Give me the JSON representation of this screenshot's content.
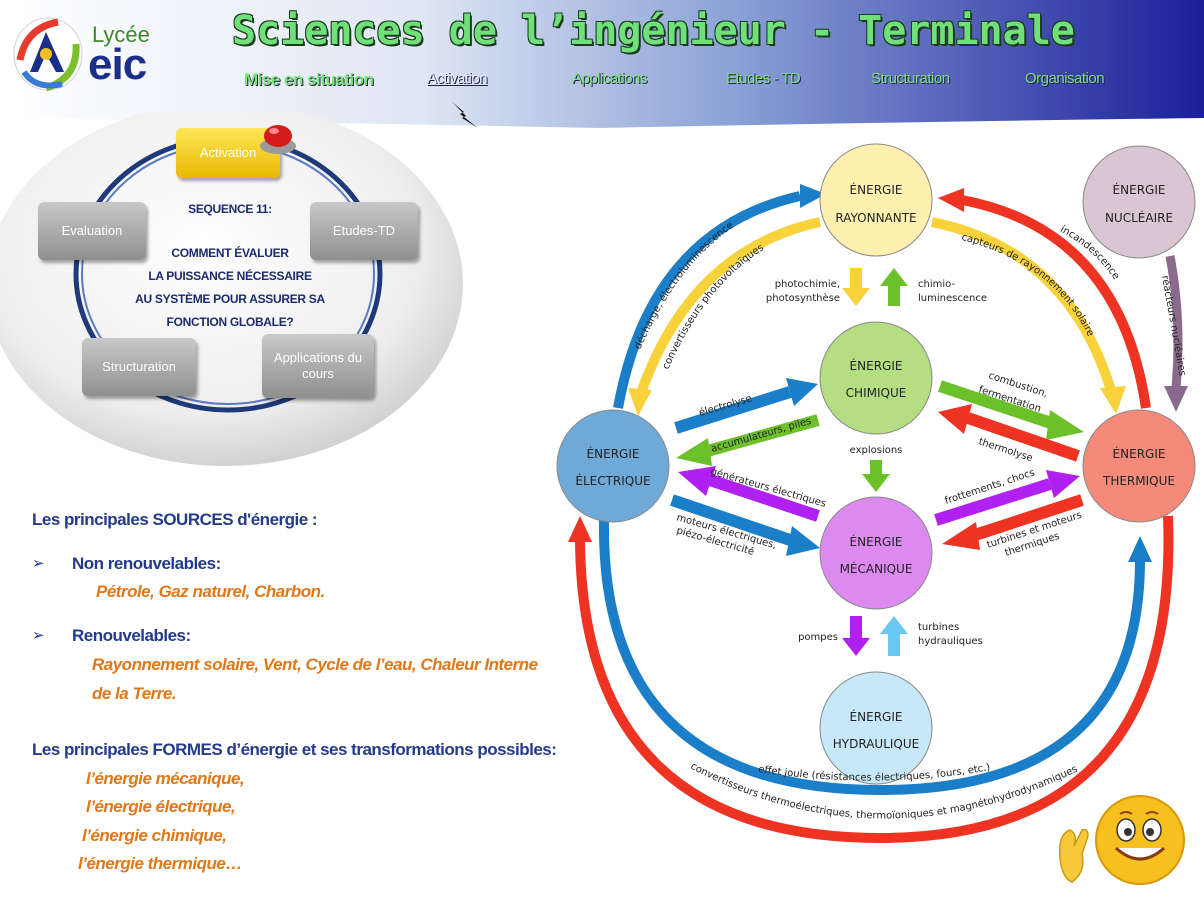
{
  "header": {
    "logo_small": "Lycée",
    "logo_big": "eic",
    "title": "Sciences de l’ingénieur - Terminale",
    "nav": [
      "Mise en situation",
      "Activation",
      "Applications",
      "Etudes - TD",
      "Structuration",
      "Organisation"
    ],
    "active_nav": "Activation"
  },
  "cycle": {
    "items": [
      "Activation",
      "Etudes-TD",
      "Applications du cours",
      "Structuration",
      "Evaluation"
    ],
    "active": "Activation",
    "sequence_label": "SEQUENCE 11:",
    "question": [
      "COMMENT ÉVALUER",
      "LA PUISSANCE NÉCESSAIRE",
      "AU SYSTÈME POUR ASSURER SA",
      "FONCTION GLOBALE?"
    ]
  },
  "content": {
    "sources_heading": {
      "prefix": "Les principales ",
      "strong": "SOURCES",
      "suffix": " d'énergie :"
    },
    "non_renew_label": "Non renouvelables:",
    "non_renew_items": "Pétrole, Gaz naturel, Charbon.",
    "renew_label": "Renouvelables:",
    "renew_items_1": "Rayonnement solaire, Vent, Cycle de l’eau, Chaleur Interne",
    "renew_items_2": "de la Terre.",
    "forms_heading": {
      "prefix": "Les principales ",
      "strong": "FORMES",
      "suffix": " d’énergie et ses transformations possibles:"
    },
    "forms": [
      "l’énergie mécanique,",
      "l’énergie électrique,",
      "l’énergie chimique,",
      "l’énergie thermique…"
    ]
  },
  "diagram": {
    "nodes": {
      "rayonnante": [
        "ÉNERGIE",
        "RAYONNANTE"
      ],
      "nucleaire": [
        "ÉNERGIE",
        "NUCLÉAIRE"
      ],
      "chimique": [
        "ÉNERGIE",
        "CHIMIQUE"
      ],
      "electrique": [
        "ÉNERGIE",
        "ÉLECTRIQUE"
      ],
      "thermique": [
        "ÉNERGIE",
        "THERMIQUE"
      ],
      "mecanique": [
        "ÉNERGIE",
        "MÉCANIQUE"
      ],
      "hydraulique": [
        "ÉNERGIE",
        "HYDRAULIQUE"
      ]
    },
    "labels": {
      "decharge": "décharge, électroluminescence",
      "photovoltaiques": "convertisseurs photovoltaïques",
      "incandescence": "incandescence",
      "capteurs": "capteurs de rayonnement solaire",
      "reacteurs": "réacteurs nucléaires",
      "photochimie": [
        "photochimie,",
        "photosynthèse"
      ],
      "chimiolum": [
        "chimio-",
        "luminescence"
      ],
      "electrolyse": "électrolyse",
      "accumulateurs": "accumulateurs, piles",
      "combustion": [
        "combustion,",
        "fermentation"
      ],
      "thermolyse": "thermolyse",
      "explosions": "explosions",
      "generateurs": "générateurs électriques",
      "moteurs": [
        "moteurs électriques,",
        "piézo-électricité"
      ],
      "frottements": "frottements, chocs",
      "turbines_moteurs": [
        "turbines et moteurs",
        "thermiques"
      ],
      "pompes": "pompes",
      "turbines_hydro": [
        "turbines",
        "hydrauliques"
      ],
      "effet_joule": "effet joule (résistances électriques, fours, etc.)",
      "thermoelec": "convertisseurs thermoélectriques, thermoïoniques et magnétohydrodynamiques"
    }
  },
  "colors": {
    "title_green": "#6fe07a",
    "nav_green": "#7be07a",
    "heading_blue": "#243a8a",
    "accent_orange": "#e0781a"
  }
}
